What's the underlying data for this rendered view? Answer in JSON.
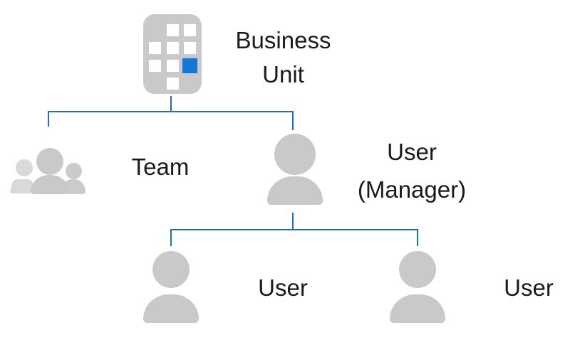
{
  "diagram": {
    "type": "org-hierarchy",
    "background": "#ffffff",
    "colors": {
      "icon_gray": "#c9c9c9",
      "icon_gray_light": "#d9d9d9",
      "accent_blue": "#1577d4",
      "connector_blue": "#1e70bf",
      "text": "#1a1a1a"
    },
    "nodes": {
      "business_unit": {
        "icon": "building-icon",
        "label": "Business Unit",
        "label_line1": "Business",
        "label_line2": "Unit"
      },
      "team": {
        "icon": "team-icon",
        "label": "Team"
      },
      "manager": {
        "icon": "person-icon",
        "label": "User (Manager)",
        "label_line1": "User",
        "label_line2": "(Manager)"
      },
      "user_left": {
        "icon": "person-icon",
        "label": "User"
      },
      "user_right": {
        "icon": "person-icon",
        "label": "User"
      }
    },
    "edges": [
      {
        "from": "business_unit",
        "to": "team"
      },
      {
        "from": "business_unit",
        "to": "manager"
      },
      {
        "from": "manager",
        "to": "user_left"
      },
      {
        "from": "manager",
        "to": "user_right"
      }
    ]
  }
}
